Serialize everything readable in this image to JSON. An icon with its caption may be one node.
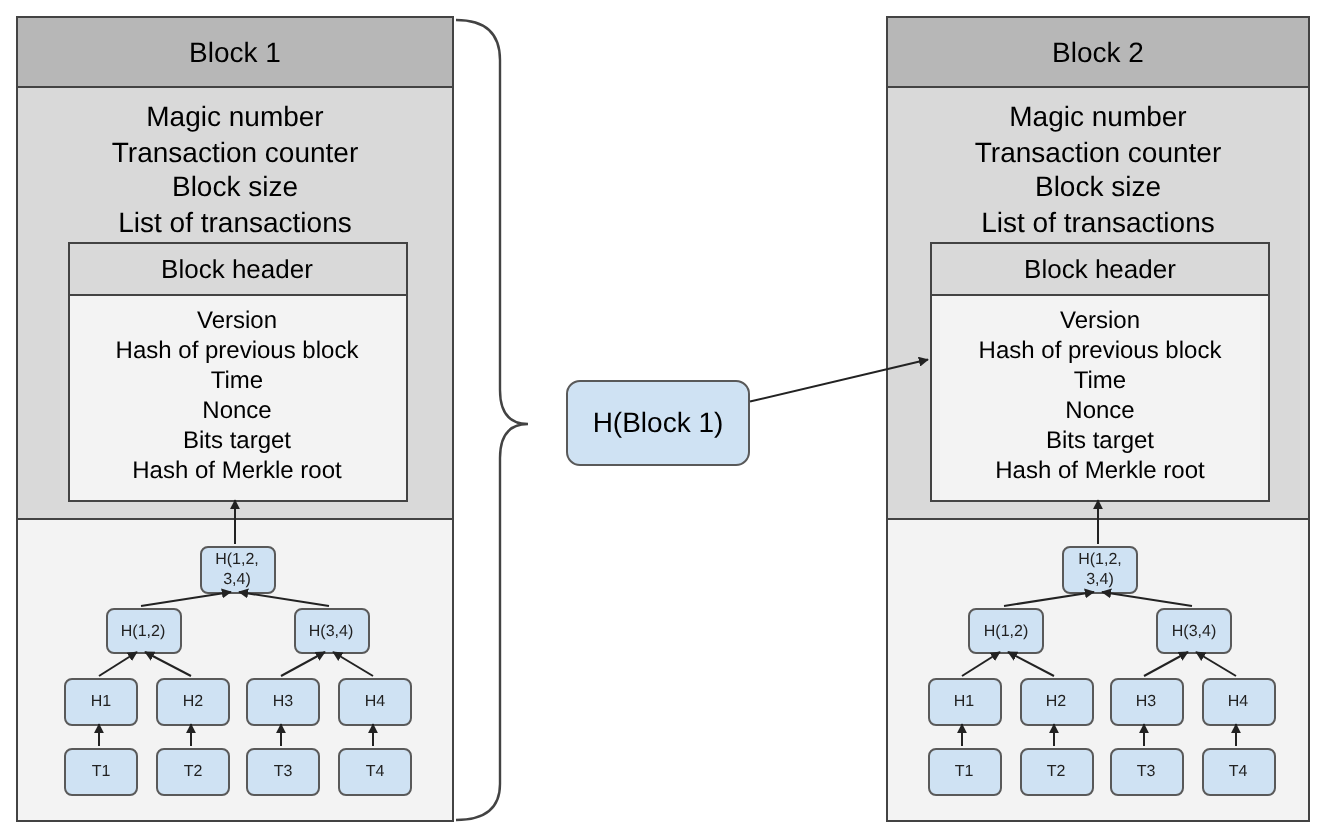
{
  "diagram": {
    "nodes": [
      {
        "text": [
          "Block 1",
          "Magic number",
          "Transaction counter",
          "Block size",
          "List of transactions"
        ]
      },
      {
        "text": [
          "Block header",
          "Version",
          "Hash of previous block",
          "Time",
          "Nonce",
          "Bits target",
          "Hash of Merkle root"
        ],
        "in": 0
      },
      {
        "text": [
          "H(1,2, 3,4)"
        ],
        "in": 0
      },
      {
        "text": [
          "H(1,2)"
        ],
        "in": 0
      },
      {
        "text": [
          "H(3,4)"
        ],
        "in": 0
      },
      {
        "text": [
          "H1"
        ],
        "in": 0
      },
      {
        "text": [
          "H2"
        ],
        "in": 0
      },
      {
        "text": [
          "H3"
        ],
        "in": 0
      },
      {
        "text": [
          "H4"
        ],
        "in": 0
      },
      {
        "text": [
          "T1"
        ],
        "in": 0
      },
      {
        "text": [
          "T2"
        ],
        "in": 0
      },
      {
        "text": [
          "T3"
        ],
        "in": 0
      },
      {
        "text": [
          "T4"
        ],
        "in": 0
      },
      {
        "text": [
          "H(Block 1)"
        ]
      },
      {
        "text": [
          "Block 2",
          "Magic number",
          "Transaction counter",
          "Block size",
          "List of transactions"
        ]
      },
      {
        "text": [
          "Block header",
          "Version",
          "Hash of previous block",
          "Time",
          "Nonce",
          "Bits target",
          "Hash of Merkle root"
        ],
        "in": 14
      },
      {
        "text": [
          "H(1,2, 3,4)"
        ],
        "in": 14
      },
      {
        "text": [
          "H(1,2)"
        ],
        "in": 14
      },
      {
        "text": [
          "H(3,4)"
        ],
        "in": 14
      },
      {
        "text": [
          "H1"
        ],
        "in": 14
      },
      {
        "text": [
          "H2"
        ],
        "in": 14
      },
      {
        "text": [
          "H3"
        ],
        "in": 14
      },
      {
        "text": [
          "H4"
        ],
        "in": 14
      },
      {
        "text": [
          "T1"
        ],
        "in": 14
      },
      {
        "text": [
          "T2"
        ],
        "in": 14
      },
      {
        "text": [
          "T3"
        ],
        "in": 14
      },
      {
        "text": [
          "T4"
        ],
        "in": 14
      }
    ],
    "edges": [
      {
        "from": 9,
        "to": 5,
        "arrow": "to"
      },
      {
        "from": 10,
        "to": 6,
        "arrow": "to"
      },
      {
        "from": 11,
        "to": 7,
        "arrow": "to"
      },
      {
        "from": 12,
        "to": 8,
        "arrow": "to"
      },
      {
        "from": 5,
        "to": 3,
        "arrow": "to"
      },
      {
        "from": 6,
        "to": 3,
        "arrow": "to"
      },
      {
        "from": 7,
        "to": 4,
        "arrow": "to"
      },
      {
        "from": 8,
        "to": 4,
        "arrow": "to"
      },
      {
        "from": 3,
        "to": 2,
        "arrow": "to"
      },
      {
        "from": 4,
        "to": 2,
        "arrow": "to"
      },
      {
        "from": 2,
        "to": 1,
        "arrow": "to"
      },
      {
        "from": 13,
        "to": 15,
        "arrow": "to"
      },
      {
        "from": 23,
        "to": 19,
        "arrow": "to"
      },
      {
        "from": 24,
        "to": 20,
        "arrow": "to"
      },
      {
        "from": 25,
        "to": 21,
        "arrow": "to"
      },
      {
        "from": 26,
        "to": 22,
        "arrow": "to"
      },
      {
        "from": 19,
        "to": 17,
        "arrow": "to"
      },
      {
        "from": 20,
        "to": 17,
        "arrow": "to"
      },
      {
        "from": 21,
        "to": 18,
        "arrow": "to"
      },
      {
        "from": 22,
        "to": 18,
        "arrow": "to"
      },
      {
        "from": 17,
        "to": 16,
        "arrow": "to"
      },
      {
        "from": 18,
        "to": 16,
        "arrow": "to"
      },
      {
        "from": 16,
        "to": 15,
        "arrow": "to"
      }
    ]
  }
}
